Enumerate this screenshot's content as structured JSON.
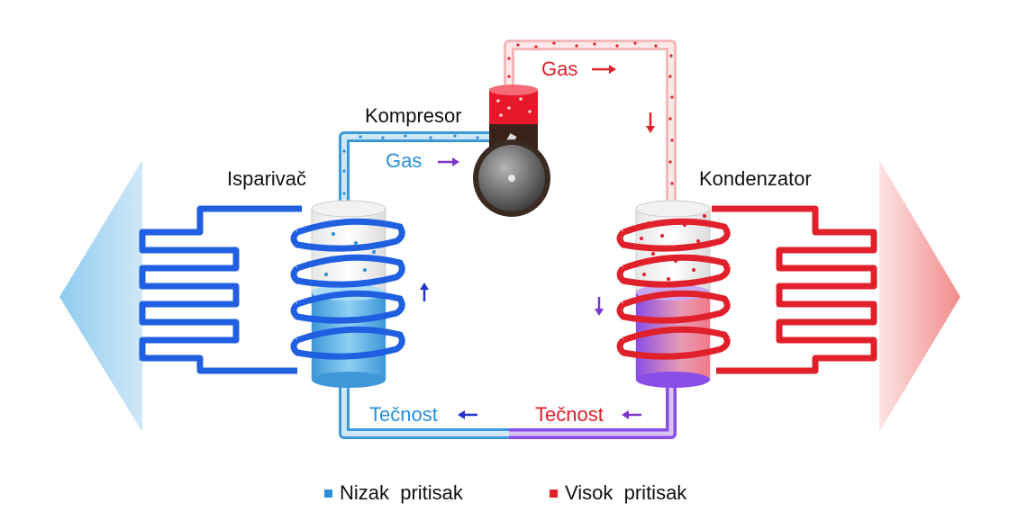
{
  "labels": {
    "compressor": "Kompresor",
    "evaporator": "Isparivač",
    "condenser": "Kondenzator",
    "gas_low": "Gas",
    "gas_high": "Gas",
    "liquid_low": "Tečnost",
    "liquid_high": "Tečnost"
  },
  "legend": [
    {
      "label": "Nizak  pritisak",
      "color": "#2a8fd8"
    },
    {
      "label": "Visok  pritisak",
      "color": "#e0202a"
    }
  ],
  "colors": {
    "low_pressure": "#2a8fd8",
    "high_pressure": "#e0202a",
    "evaporator_coil": "#1f5fe0",
    "condenser_coil": "#e0202a",
    "liquid_high_pipe": "#8a4ee8",
    "arrow_blue": "#2233cc",
    "arrow_purple": "#7a33cc"
  }
}
